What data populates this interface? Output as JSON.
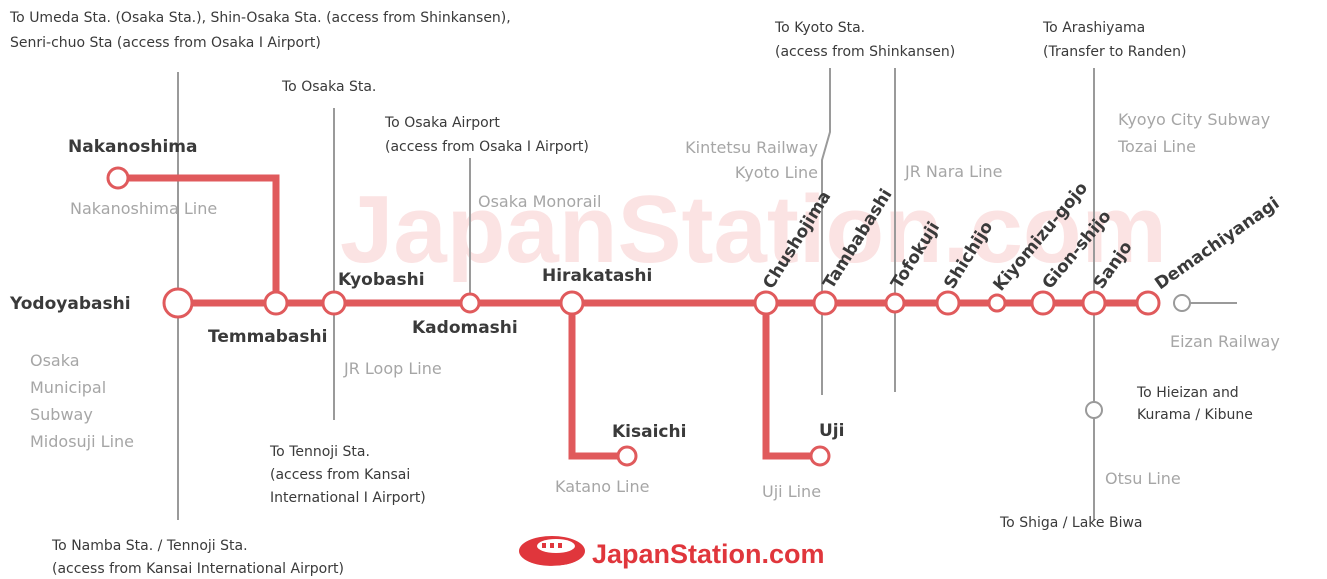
{
  "colors": {
    "main_line": "#e05a5c",
    "connector": "#9a9a9a",
    "station_fill": "#ffffff",
    "dark_text": "#3a3a3a",
    "gray_text": "#a6a6a6",
    "brand": "#e0363c",
    "watermark": "#fbe3e3"
  },
  "watermark": "JapanStation.com",
  "logo": {
    "text": "JapanStation.com",
    "icon": "train-logo-icon"
  },
  "stations": {
    "nakanoshima": "Nakanoshima",
    "yodoyabashi": "Yodoyabashi",
    "temmabashi": "Temmabashi",
    "kyobashi": "Kyobashi",
    "kadomashi": "Kadomashi",
    "hirakatashi": "Hirakatashi",
    "kisaichi": "Kisaichi",
    "chushojima": "Chushojima",
    "uji": "Uji",
    "tambabashi": "Tambabashi",
    "tofokuji": "Tofokuji",
    "shichijo": "Shichijo",
    "kiyomizu_gojo": "Kiyomizu-gojo",
    "gion_shijo": "Gion-shijo",
    "sanjo": "Sanjo",
    "demachiyanagi": "Demachiyanagi"
  },
  "lines": {
    "nakanoshima_line": "Nakanoshima Line",
    "osaka_subway": [
      "Osaka",
      "Municipal",
      "Subway",
      "Midosuji Line"
    ],
    "jr_loop": "JR Loop Line",
    "osaka_monorail": "Osaka Monorail",
    "katano": "Katano Line",
    "kintetsu": [
      "Kintetsu Railway",
      "Kyoto Line"
    ],
    "uji_line": "Uji Line",
    "jr_nara": "JR Nara Line",
    "kyoto_subway": [
      "Kyoyo City Subway",
      "Tozai Line"
    ],
    "eizan": "Eizan Railway",
    "otsu": "Otsu Line"
  },
  "notes": {
    "umeda": [
      "To Umeda Sta. (Osaka Sta.), Shin-Osaka Sta. (access from Shinkansen),",
      "Senri-chuo Sta (access from Osaka I Airport)"
    ],
    "osaka_sta": "To Osaka Sta.",
    "osaka_airport": [
      "To Osaka Airport",
      "(access from Osaka I Airport)"
    ],
    "kyoto_sta": [
      "To Kyoto Sta.",
      "(access from Shinkansen)"
    ],
    "arashiyama": [
      "To Arashiyama",
      "(Transfer to Randen)"
    ],
    "tennoji": [
      "To Tennoji Sta.",
      "(access from Kansai",
      "International I Airport)"
    ],
    "namba": [
      "To Namba Sta. / Tennoji Sta.",
      "(access from Kansai International Airport)"
    ],
    "hieizan": [
      "To Hieizan and",
      "Kurama / Kibune"
    ],
    "shiga": "To Shiga / Lake Biwa"
  }
}
